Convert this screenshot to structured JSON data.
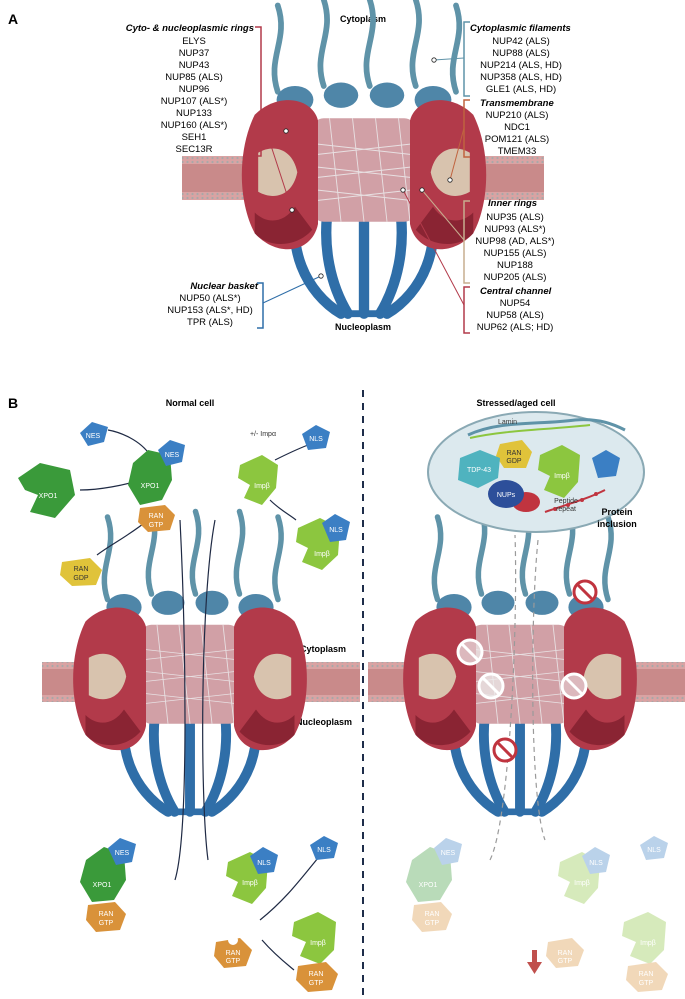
{
  "panel_a": {
    "letter": "A",
    "cytoplasm": "Cytoplasm",
    "nucleoplasm": "Nucleoplasm",
    "groups": {
      "rings": {
        "title": "Cyto- & nucleoplasmic rings",
        "items": [
          "ELYS",
          "NUP37",
          "NUP43",
          "NUP85 (ALS)",
          "NUP96",
          "NUP107 (ALS*)",
          "NUP133",
          "NUP160 (ALS*)",
          "SEH1",
          "SEC13R"
        ]
      },
      "basket": {
        "title": "Nuclear basket",
        "items": [
          "NUP50 (ALS*)",
          "NUP153 (ALS*, HD)",
          "TPR (ALS)"
        ]
      },
      "filaments": {
        "title": "Cytoplasmic filaments",
        "items": [
          "NUP42 (ALS)",
          "NUP88 (ALS)",
          "NUP214 (ALS, HD)",
          "NUP358 (ALS, HD)",
          "GLE1 (ALS, HD)"
        ]
      },
      "transmembrane": {
        "title": "Transmembrane",
        "items": [
          "NUP210 (ALS)",
          "NDC1",
          "POM121 (ALS)",
          "TMEM33"
        ]
      },
      "inner": {
        "title": "Inner rings",
        "items": [
          "NUP35 (ALS)",
          "NUP93 (ALS*)",
          "NUP98 (AD, ALS*)",
          "NUP155 (ALS)",
          "NUP188",
          "NUP205 (ALS)"
        ]
      },
      "central": {
        "title": "Central channel",
        "items": [
          "NUP54",
          "NUP58 (ALS)",
          "NUP62 (ALS; HD)"
        ]
      }
    }
  },
  "panel_b": {
    "letter": "B",
    "normal_title": "Normal cell",
    "stressed_title": "Stressed/aged cell",
    "cytoplasm": "Cytoplasm",
    "nucleoplasm": "Nucleoplasm",
    "labels": {
      "nes": "NES",
      "xpo1": "XPO1",
      "ran": "RAN",
      "gtp": "GTP",
      "gdp": "GDP",
      "nls": "NLS",
      "impb": "Impβ",
      "impa": "+/- Impα",
      "lamin": "Lamin",
      "tdp43": "TDP-43",
      "nups": "NUPs",
      "peptide": "Peptide",
      "repeat": "repeat",
      "protein": "Protein",
      "inclusion": "inclusion"
    }
  },
  "colors": {
    "ring_red": "#b23a4a",
    "ring_dark": "#8a2433",
    "membrane": "#c98a8a",
    "inner_beige": "#d8c3ae",
    "basket_blue": "#2f6ea8",
    "filament": "#5f93a8",
    "xpo1_green": "#3a9a3a",
    "impb_green": "#8cc63f",
    "nes_blue": "#3b7fc4",
    "ran_orange": "#d9923a",
    "ran_gdp_yellow": "#e0c33a",
    "tdp43_teal": "#4fb3bf",
    "nups_red": "#c0343f",
    "nups_navy": "#2d4f9a"
  },
  "icons": [
    "prohibited-icon",
    "arrow-down-icon"
  ]
}
